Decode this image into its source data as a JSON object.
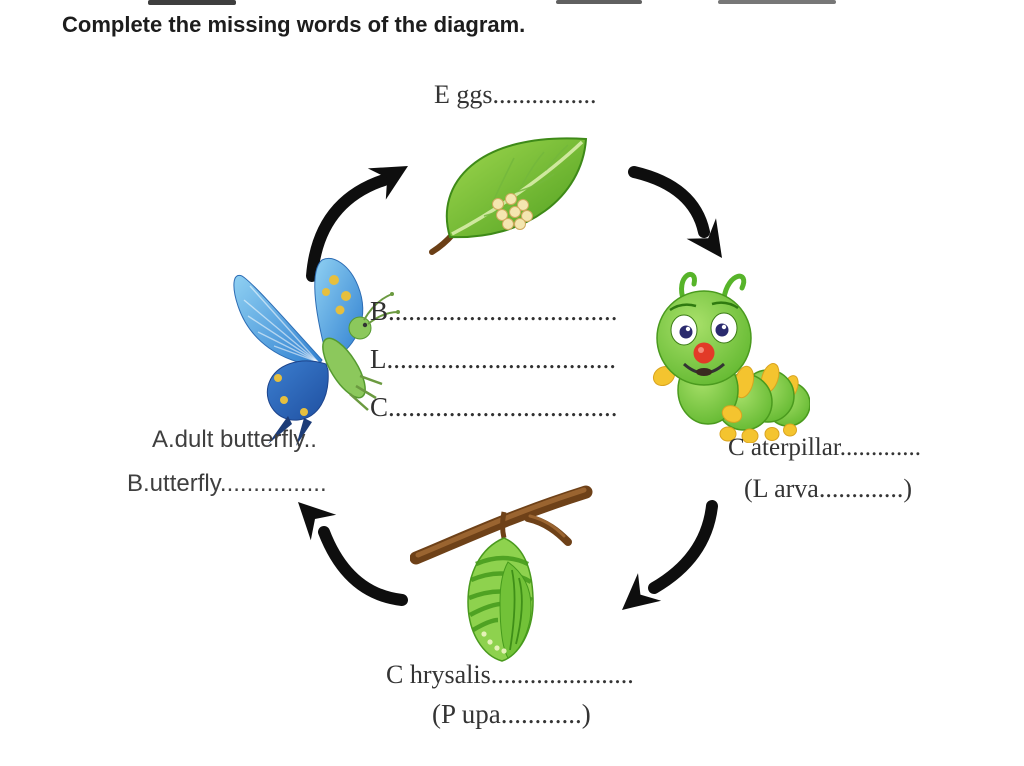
{
  "title": "Complete the missing words of the diagram.",
  "cycle": {
    "eggs": {
      "label": "E ggs................"
    },
    "caterpillar": {
      "label": "C aterpillar.............",
      "sublabel": "(L arva.............)"
    },
    "chrysalis": {
      "label": "C hrysalis......................",
      "sublabel": "(P upa............)"
    },
    "adult_butterfly": {
      "label": "A.dult butterfly..",
      "sublabel": "B.utterfly................"
    }
  },
  "center_blanks": [
    "B..................................",
    "L..................................",
    "C.................................."
  ],
  "icons": {
    "eggs_leaf_illustration": "green leaf holding a cluster of pale butterfly eggs",
    "caterpillar_illustration": "smiling green cartoon caterpillar with yellow spots and feet",
    "chrysalis_illustration": "green ribbed chrysalis hanging from a brown branch",
    "butterfly_illustration": "blue butterfly with yellow-spotted wings and green body",
    "cycle_arrow": "thick black curved arrow with notched head"
  },
  "colors": {
    "background": "#ffffff",
    "title_text": "#1d1d1d",
    "label_text": "#343434",
    "arrow_black": "#0e0e0e",
    "leaf_green": "#5fae27",
    "caterpillar_green": "#72c236",
    "accent_yellow": "#f2c42f",
    "butterfly_blue": "#3f8fd6",
    "branch_brown": "#6e4118"
  }
}
